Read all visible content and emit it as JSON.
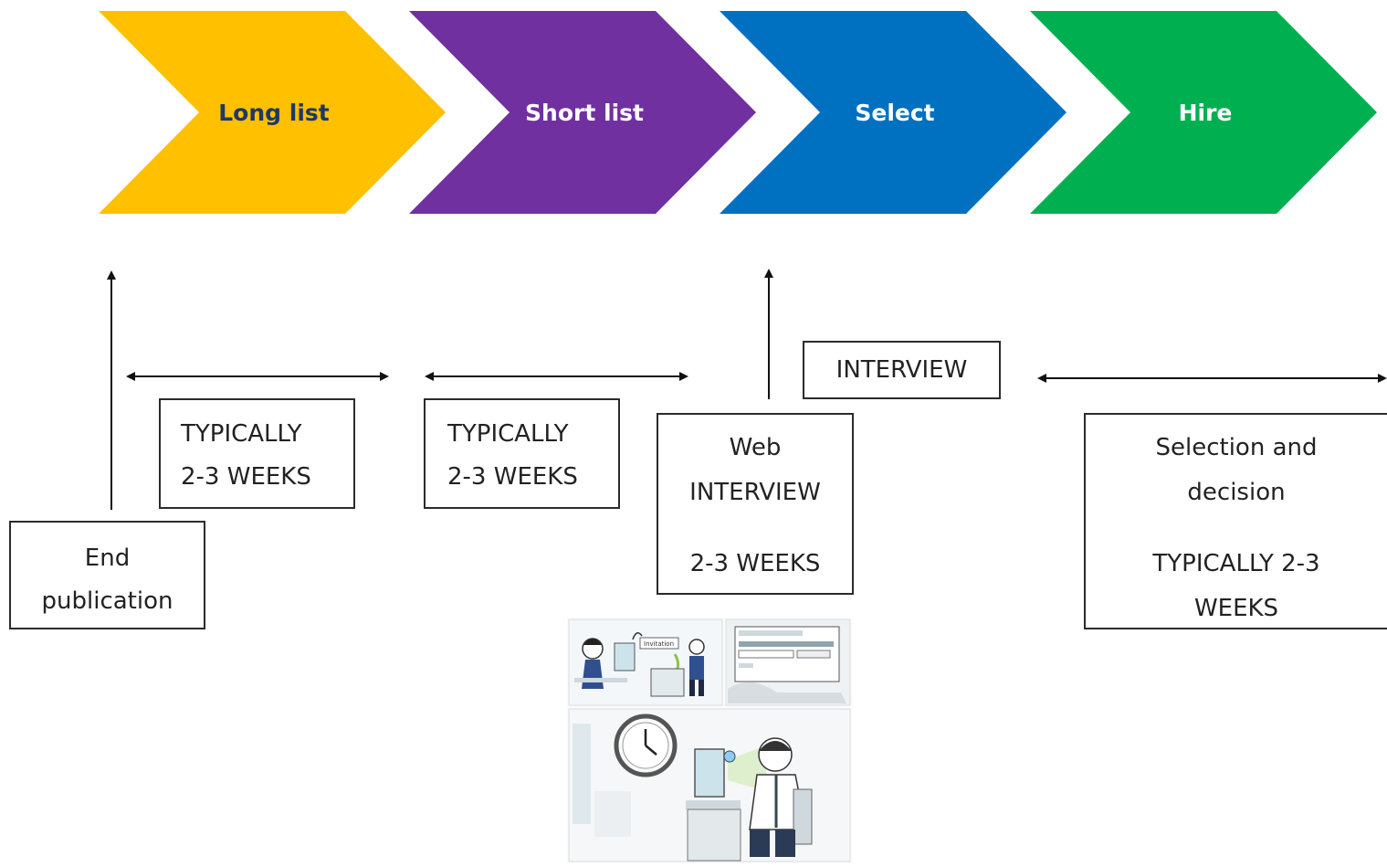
{
  "stages": [
    {
      "label": "Long list",
      "fill": "#FFC000",
      "text_color": "#1F3864"
    },
    {
      "label": "Short list",
      "fill": "#7030A0",
      "text_color": "#FFFFFF"
    },
    {
      "label": "Select",
      "fill": "#0070C0",
      "text_color": "#FFFFFF"
    },
    {
      "label": "Hire",
      "fill": "#00B050",
      "text_color": "#FFFFFF"
    }
  ],
  "boxes": {
    "end_publication": {
      "line1": "End",
      "line2": "publication"
    },
    "duration_1": {
      "line1": "TYPICALLY",
      "line2": "2-3 WEEKS"
    },
    "duration_2": {
      "line1": "TYPICALLY",
      "line2": "2-3 WEEKS"
    },
    "interview": {
      "label": "INTERVIEW"
    },
    "web_interview": {
      "line1": "Web",
      "line2": "INTERVIEW",
      "line3": "2-3 WEEKS"
    },
    "selection": {
      "line1": "Selection and",
      "line2": "decision",
      "line3": "TYPICALLY 2-3",
      "line4": "WEEKS"
    }
  },
  "illustration": {
    "icon": "web-interview-illustration",
    "caption_text": "Invitation"
  }
}
